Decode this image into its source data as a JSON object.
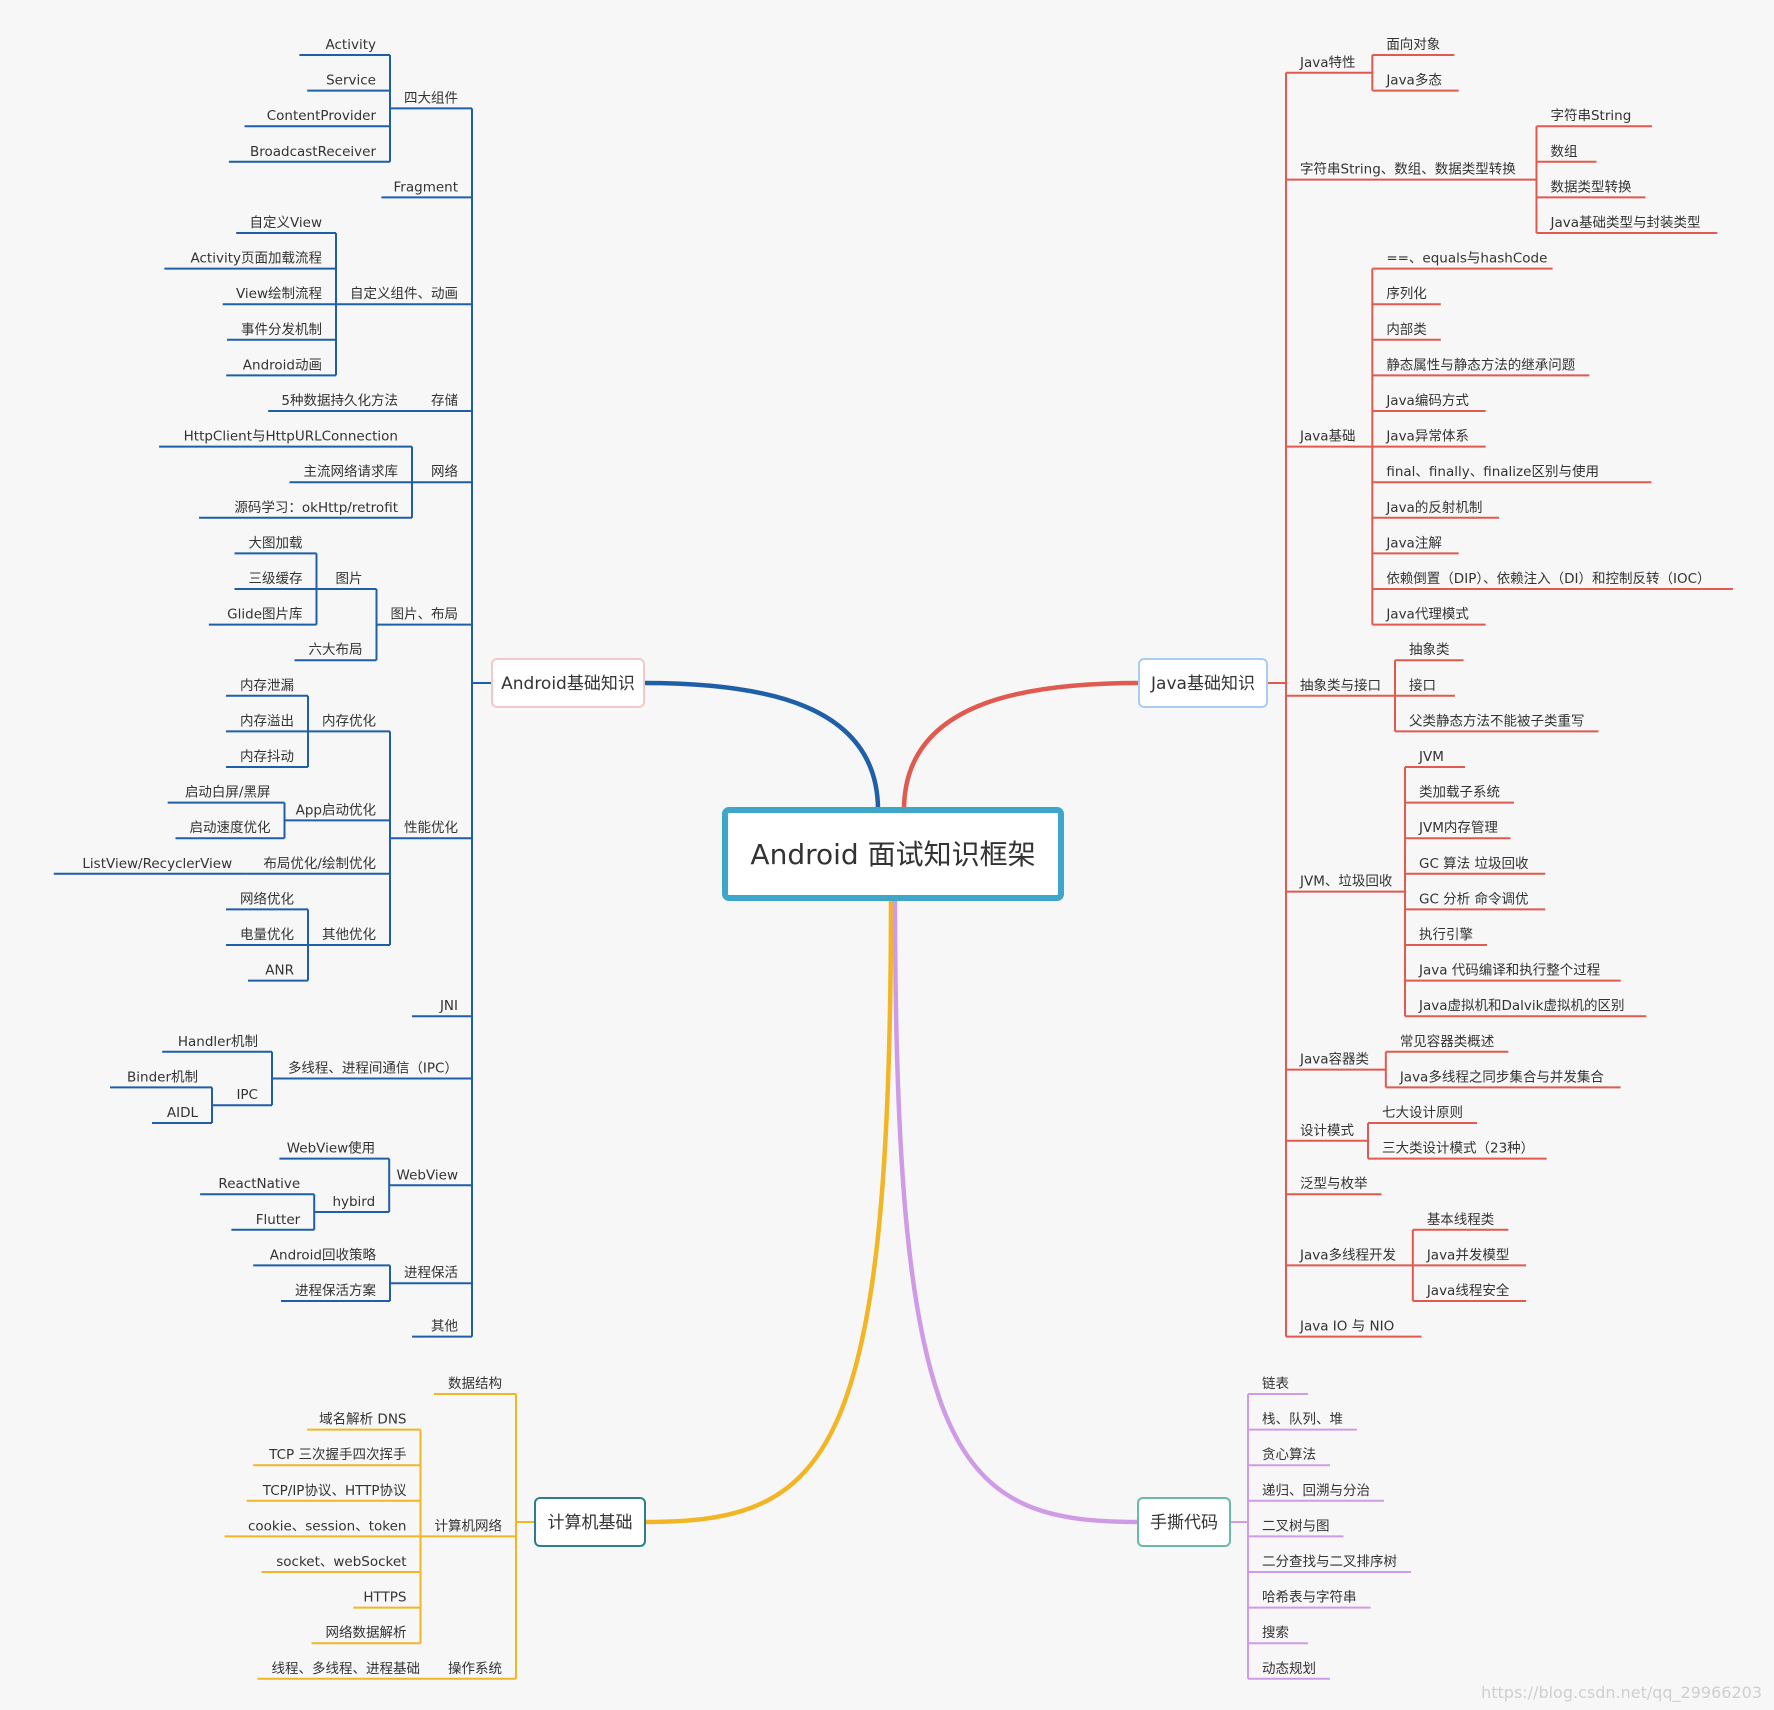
{
  "center": {
    "label": "Android 面试知识框架",
    "color": "#3ea6c9"
  },
  "branches": [
    {
      "label": "Android基础知识",
      "color": "#1f5fa8",
      "side": "left",
      "children": [
        {
          "label": "四大组件",
          "children": [
            {
              "label": "Activity"
            },
            {
              "label": "Service"
            },
            {
              "label": "ContentProvider"
            },
            {
              "label": "BroadcastReceiver"
            }
          ]
        },
        {
          "label": "Fragment"
        },
        {
          "label": "自定义组件、动画",
          "children": [
            {
              "label": "自定义View"
            },
            {
              "label": "Activity页面加载流程"
            },
            {
              "label": "View绘制流程"
            },
            {
              "label": "事件分发机制"
            },
            {
              "label": "Android动画"
            }
          ]
        },
        {
          "label": "存储",
          "children": [
            {
              "label": "5种数据持久化方法"
            }
          ]
        },
        {
          "label": "网络",
          "children": [
            {
              "label": "HttpClient与HttpURLConnection"
            },
            {
              "label": "主流网络请求库"
            },
            {
              "label": "源码学习：okHttp/retrofit"
            }
          ]
        },
        {
          "label": "图片、布局",
          "children": [
            {
              "label": "图片",
              "children": [
                {
                  "label": "大图加载"
                },
                {
                  "label": "三级缓存"
                },
                {
                  "label": "Glide图片库"
                }
              ]
            },
            {
              "label": "六大布局"
            }
          ]
        },
        {
          "label": "性能优化",
          "children": [
            {
              "label": "内存优化",
              "children": [
                {
                  "label": "内存泄漏"
                },
                {
                  "label": "内存溢出"
                },
                {
                  "label": "内存抖动"
                }
              ]
            },
            {
              "label": "App启动优化",
              "children": [
                {
                  "label": "启动白屏/黑屏"
                },
                {
                  "label": "启动速度优化"
                }
              ]
            },
            {
              "label": "布局优化/绘制优化",
              "children": [
                {
                  "label": "ListView/RecyclerView"
                }
              ]
            },
            {
              "label": "其他优化",
              "children": [
                {
                  "label": "网络优化"
                },
                {
                  "label": "电量优化"
                },
                {
                  "label": "ANR"
                }
              ]
            }
          ]
        },
        {
          "label": "JNI"
        },
        {
          "label": "多线程、进程间通信（IPC）",
          "children": [
            {
              "label": "Handler机制"
            },
            {
              "label": "IPC",
              "children": [
                {
                  "label": "Binder机制"
                },
                {
                  "label": "AIDL"
                }
              ]
            }
          ]
        },
        {
          "label": "WebView",
          "children": [
            {
              "label": "WebView使用"
            },
            {
              "label": "hybird",
              "children": [
                {
                  "label": "ReactNative"
                },
                {
                  "label": "Flutter"
                }
              ]
            }
          ]
        },
        {
          "label": "进程保活",
          "children": [
            {
              "label": "Android回收策略"
            },
            {
              "label": "进程保活方案"
            }
          ]
        },
        {
          "label": "其他"
        }
      ]
    },
    {
      "label": "Java基础知识",
      "color": "#e05a4f",
      "side": "right",
      "children": [
        {
          "label": "Java特性",
          "children": [
            {
              "label": "面向对象"
            },
            {
              "label": "Java多态"
            }
          ]
        },
        {
          "label": "字符串String、数组、数据类型转换",
          "children": [
            {
              "label": "字符串String"
            },
            {
              "label": "数组"
            },
            {
              "label": "数据类型转换"
            },
            {
              "label": "Java基础类型与封装类型"
            }
          ]
        },
        {
          "label": "Java基础",
          "children": [
            {
              "label": "==、equals与hashCode"
            },
            {
              "label": "序列化"
            },
            {
              "label": "内部类"
            },
            {
              "label": "静态属性与静态方法的继承问题"
            },
            {
              "label": "Java编码方式"
            },
            {
              "label": "Java异常体系"
            },
            {
              "label": "final、finally、finalize区别与使用"
            },
            {
              "label": "Java的反射机制"
            },
            {
              "label": "Java注解"
            },
            {
              "label": "依赖倒置（DIP）、依赖注入（DI）和控制反转（IOC）"
            },
            {
              "label": "Java代理模式"
            }
          ]
        },
        {
          "label": "抽象类与接口",
          "children": [
            {
              "label": "抽象类"
            },
            {
              "label": "接口"
            },
            {
              "label": "父类静态方法不能被子类重写"
            }
          ]
        },
        {
          "label": "JVM、垃圾回收",
          "children": [
            {
              "label": "JVM"
            },
            {
              "label": "类加载子系统"
            },
            {
              "label": "JVM内存管理"
            },
            {
              "label": "GC 算法 垃圾回收"
            },
            {
              "label": "GC 分析 命令调优"
            },
            {
              "label": "执行引擎"
            },
            {
              "label": "Java 代码编译和执行整个过程"
            },
            {
              "label": "Java虚拟机和Dalvik虚拟机的区别"
            }
          ]
        },
        {
          "label": "Java容器类",
          "children": [
            {
              "label": "常见容器类概述"
            },
            {
              "label": "Java多线程之同步集合与并发集合"
            }
          ]
        },
        {
          "label": "设计模式",
          "children": [
            {
              "label": "七大设计原则"
            },
            {
              "label": "三大类设计模式（23种）"
            }
          ]
        },
        {
          "label": "泛型与枚举"
        },
        {
          "label": "Java多线程开发",
          "children": [
            {
              "label": "基本线程类"
            },
            {
              "label": "Java并发模型"
            },
            {
              "label": "Java线程安全"
            }
          ]
        },
        {
          "label": "Java IO 与 NIO"
        }
      ]
    },
    {
      "label": "计算机基础",
      "color": "#f2b526",
      "side": "left",
      "children": [
        {
          "label": "数据结构"
        },
        {
          "label": "计算机网络",
          "children": [
            {
              "label": "域名解析 DNS"
            },
            {
              "label": "TCP 三次握手四次挥手"
            },
            {
              "label": "TCP/IP协议、HTTP协议"
            },
            {
              "label": "cookie、session、token"
            },
            {
              "label": "socket、webSocket"
            },
            {
              "label": "HTTPS"
            },
            {
              "label": "网络数据解析"
            }
          ]
        },
        {
          "label": "操作系统",
          "children": [
            {
              "label": "线程、多线程、进程基础"
            }
          ]
        }
      ]
    },
    {
      "label": "手撕代码",
      "color": "#cf9be6",
      "side": "right",
      "children": [
        {
          "label": "链表"
        },
        {
          "label": "栈、队列、堆"
        },
        {
          "label": "贪心算法"
        },
        {
          "label": "递归、回溯与分治"
        },
        {
          "label": "二叉树与图"
        },
        {
          "label": "二分查找与二叉排序树"
        },
        {
          "label": "哈希表与字符串"
        },
        {
          "label": "搜索"
        },
        {
          "label": "动态规划"
        }
      ]
    }
  ],
  "watermark": "https://blog.csdn.net/qq_29966203"
}
